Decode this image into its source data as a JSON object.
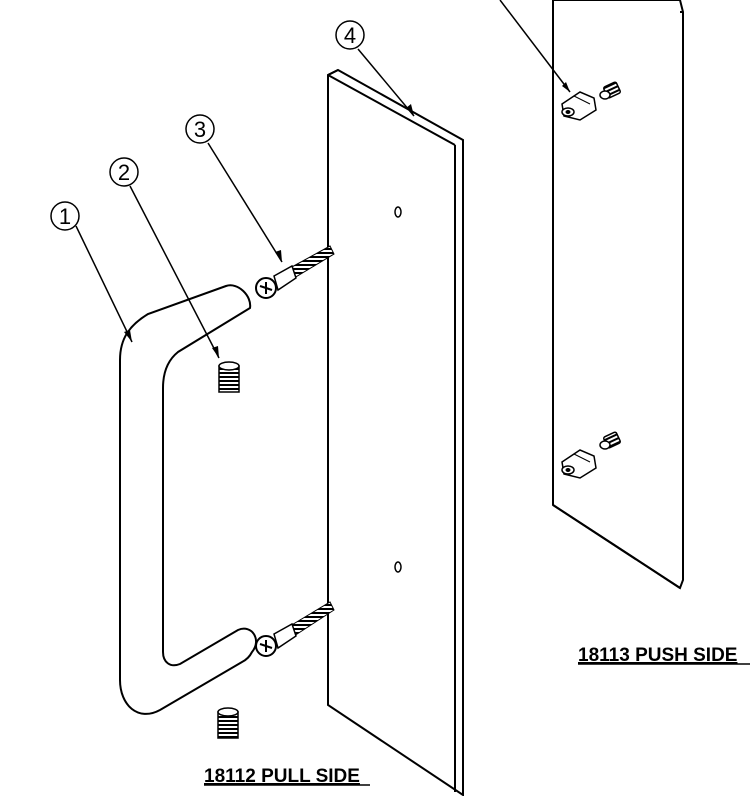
{
  "callouts": [
    {
      "number": "1",
      "part": "pull-handle"
    },
    {
      "number": "2",
      "part": "set-screw"
    },
    {
      "number": "3",
      "part": "mounting-screw"
    },
    {
      "number": "4",
      "part": "pull-plate"
    }
  ],
  "captions": {
    "pull_side": "18112 PULL SIDE",
    "push_side": "18113 PUSH SIDE"
  },
  "colors": {
    "line": "#000000",
    "background": "#ffffff"
  }
}
